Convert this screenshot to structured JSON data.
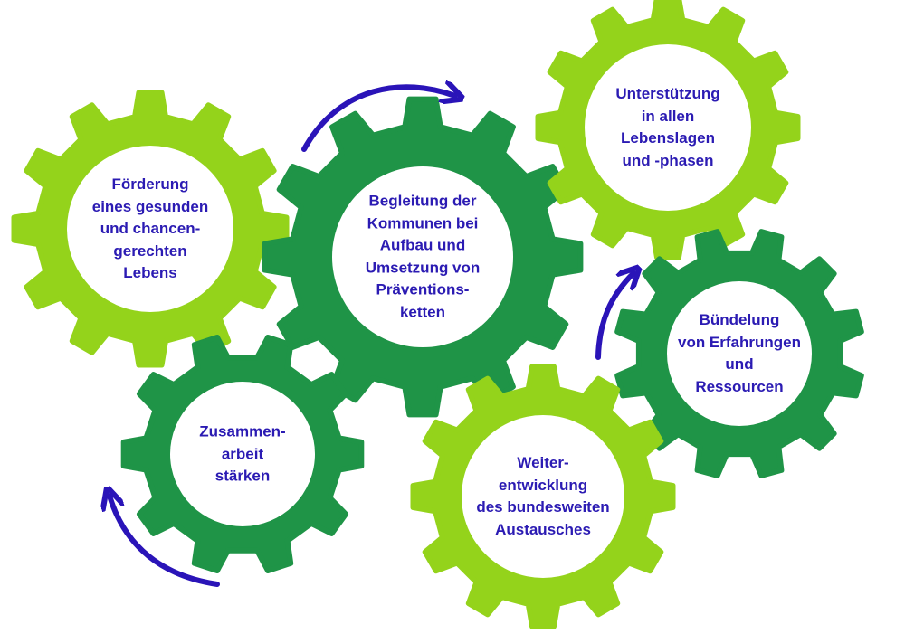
{
  "colors": {
    "light_green": "#94d31b",
    "dark_green": "#1f9447",
    "text": "#2b1bb3",
    "arrow": "#2a14b8",
    "background": "#ffffff"
  },
  "gears": [
    {
      "id": "foerderung",
      "color": "light_green",
      "label": "Förderung\neines gesunden\nund chancen-\ngerechten\nLebens"
    },
    {
      "id": "begleitung",
      "color": "dark_green",
      "label": "Begleitung der\nKommunen bei\nAufbau und\nUmsetzung von\nPräventions-\nketten"
    },
    {
      "id": "unterstuetzung",
      "color": "light_green",
      "label": "Unterstützung\nin allen\nLebenslagen\nund -phasen"
    },
    {
      "id": "zusammenarbeit",
      "color": "dark_green",
      "label": "Zusammen-\narbeit\nstärken"
    },
    {
      "id": "buendelung",
      "color": "dark_green",
      "label": "Bündelung\nvon Erfahrungen\nund\nRessourcen"
    },
    {
      "id": "weiterentwicklung",
      "color": "light_green",
      "label": "Weiter-\nentwicklung\ndes bundesweiten\nAustausches"
    }
  ],
  "arrows": [
    {
      "id": "arrow-top",
      "icon": "curved-arrow-right-icon"
    },
    {
      "id": "arrow-right",
      "icon": "curved-arrow-up-icon"
    },
    {
      "id": "arrow-left",
      "icon": "curved-arrow-up-left-icon"
    }
  ]
}
